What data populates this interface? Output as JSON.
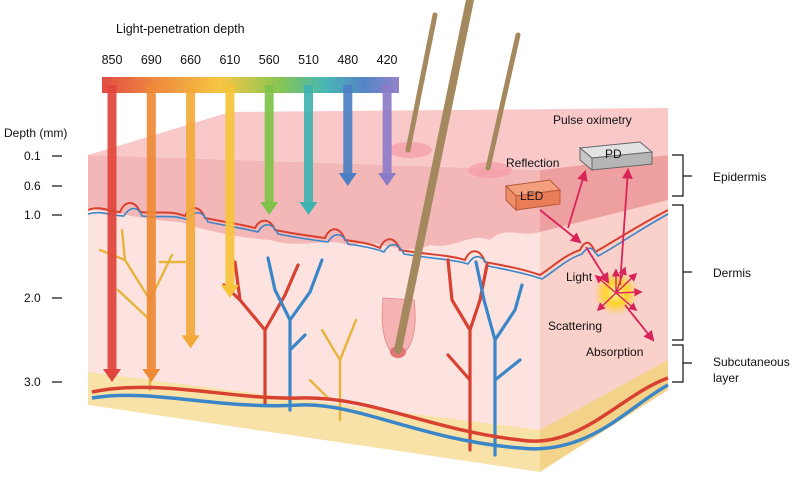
{
  "title": "Light-penetration depth",
  "wavelengths": [
    {
      "label": "850",
      "color": "#e0443a",
      "depth_mm": 3.0
    },
    {
      "label": "690",
      "color": "#ee8a35",
      "depth_mm": 3.0
    },
    {
      "label": "660",
      "color": "#f3a93a",
      "depth_mm": 2.6
    },
    {
      "label": "610",
      "color": "#f6c33b",
      "depth_mm": 2.0
    },
    {
      "label": "560",
      "color": "#7fc24a",
      "depth_mm": 1.0
    },
    {
      "label": "510",
      "color": "#3fb3b0",
      "depth_mm": 1.0
    },
    {
      "label": "480",
      "color": "#4b7fc2",
      "depth_mm": 0.6
    },
    {
      "label": "420",
      "color": "#8c7cc8",
      "depth_mm": 0.6
    }
  ],
  "depth_axis": {
    "title": "Depth (mm)",
    "ticks": [
      "0.1",
      "0.6",
      "1.0",
      "2.0",
      "3.0"
    ]
  },
  "oximetry": {
    "title": "Pulse oximetry",
    "pd_label": "PD",
    "led_label": "LED",
    "reflection_label": "Reflection",
    "light_label": "Light",
    "scattering_label": "Scattering",
    "absorption_label": "Absorption"
  },
  "layers": {
    "epidermis": "Epidermis",
    "dermis": "Dermis",
    "subcutaneous_line1": "Subcutaneous",
    "subcutaneous_line2": "layer"
  },
  "colors": {
    "epidermis": "#f4b7b7",
    "dermis": "#fde3df",
    "subcutaneous": "#f8e2a8",
    "artery": "#d8412f",
    "vein": "#3a86c8",
    "nerve": "#e6b43c",
    "hair": "#a4895f",
    "arrow": "#d9245a"
  }
}
